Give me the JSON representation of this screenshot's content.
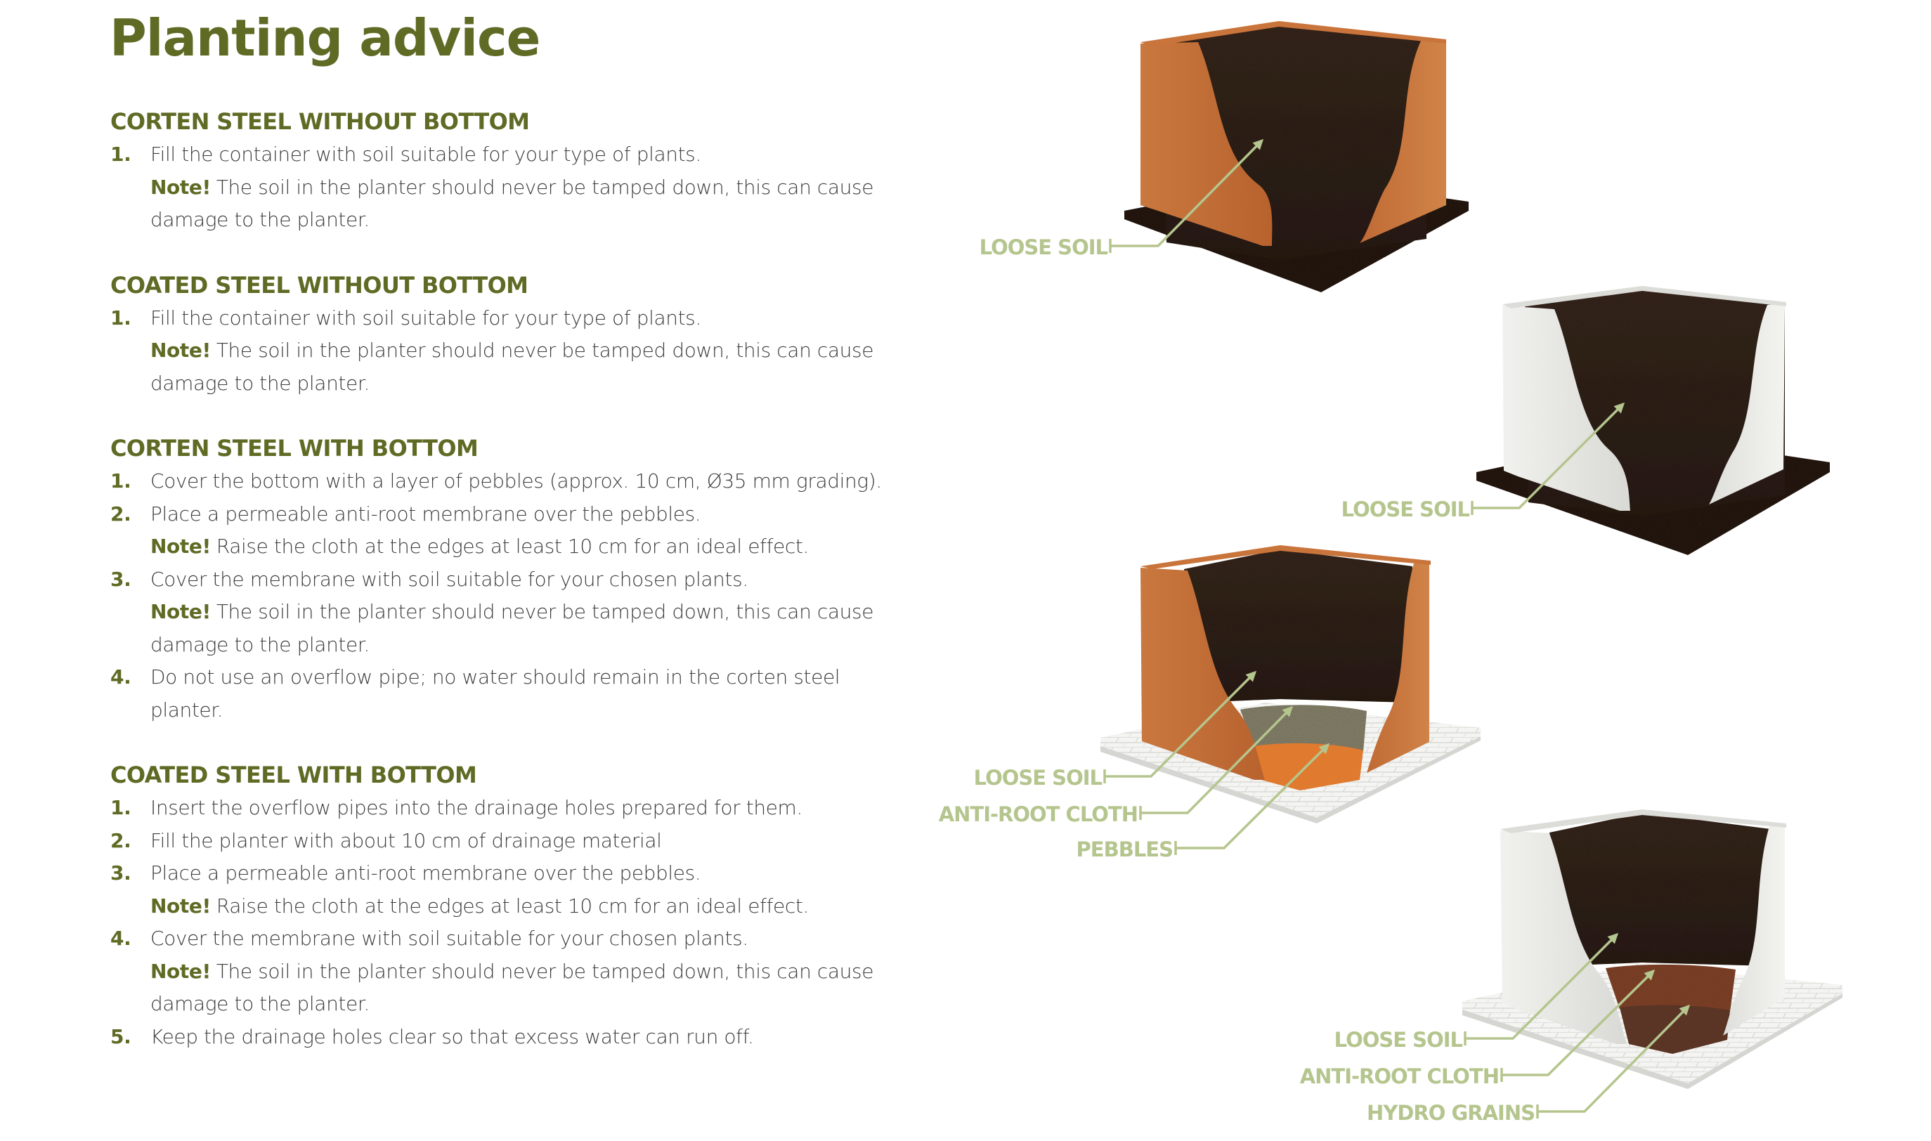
{
  "page": {
    "title": "Planting advice",
    "note_label": "Note!"
  },
  "colors": {
    "heading": "#5f6b25",
    "body_text": "#3c3c3c",
    "label": "#b5c58e",
    "corten": "#c4703a",
    "coated": "#ececea",
    "soil": "#3a2a1f"
  },
  "sections": [
    {
      "heading": "CORTEN STEEL WITHOUT BOTTOM",
      "steps": [
        {
          "num": "1.",
          "text": "Fill the container with soil suitable for your type of plants."
        },
        {
          "num": "",
          "note": "Note!",
          "text": "The soil in the planter should never be tamped down, this can cause"
        },
        {
          "num": "",
          "text": "damage to the planter."
        }
      ]
    },
    {
      "heading": "COATED STEEL WITHOUT BOTTOM",
      "steps": [
        {
          "num": "1.",
          "text": "Fill the container with soil suitable for your type of plants."
        },
        {
          "num": "",
          "note": "Note!",
          "text": "The soil in the planter should never be tamped down, this can cause"
        },
        {
          "num": "",
          "text": "damage to the planter."
        }
      ]
    },
    {
      "heading": "CORTEN STEEL WITH BOTTOM",
      "steps": [
        {
          "num": "1.",
          "text": "Cover the bottom with a layer of pebbles (approx. 10 cm, Ø35 mm grading)."
        },
        {
          "num": "2.",
          "text": "Place a permeable anti-root membrane over the pebbles."
        },
        {
          "num": "",
          "note": "Note!",
          "text": "Raise the cloth at the edges at least 10 cm for an ideal effect."
        },
        {
          "num": "3.",
          "text": "Cover the membrane with soil suitable for your chosen plants."
        },
        {
          "num": "",
          "note": "Note!",
          "text": "The soil in the planter should never be tamped down, this can cause"
        },
        {
          "num": "",
          "text": "damage to the planter."
        },
        {
          "num": "4.",
          "text": "Do not use an overflow pipe; no water should remain in the corten steel"
        },
        {
          "num": "",
          "text": "planter."
        }
      ]
    },
    {
      "heading": "COATED STEEL WITH BOTTOM",
      "steps": [
        {
          "num": "1.",
          "text": "Insert the overflow pipes into the drainage holes prepared for them."
        },
        {
          "num": "2.",
          "text": "Fill the planter with about 10 cm of drainage material"
        },
        {
          "num": "3.",
          "text": "Place a permeable anti-root membrane over the pebbles."
        },
        {
          "num": "",
          "note": "Note!",
          "text": "Raise the cloth at the edges at least 10 cm for an ideal effect."
        },
        {
          "num": "4.",
          "text": "Cover the membrane with soil suitable for your chosen plants."
        },
        {
          "num": "",
          "note": "Note!",
          "text": "The soil in the planter should never be tamped down, this can cause"
        },
        {
          "num": "",
          "text": "damage to the planter."
        },
        {
          "num": "5.",
          "text": "Keep the drainage holes clear so that excess water can run off."
        }
      ]
    }
  ],
  "illustrations": [
    {
      "name": "corten-without-bottom",
      "labels": [
        "LOOSE SOIL"
      ]
    },
    {
      "name": "coated-without-bottom",
      "labels": [
        "LOOSE SOIL"
      ]
    },
    {
      "name": "corten-with-bottom",
      "labels": [
        "LOOSE SOIL",
        "ANTI-ROOT CLOTH",
        "PEBBLES"
      ]
    },
    {
      "name": "coated-with-bottom",
      "labels": [
        "LOOSE SOIL",
        "ANTI-ROOT CLOTH",
        "HYDRO GRAINS"
      ]
    }
  ]
}
